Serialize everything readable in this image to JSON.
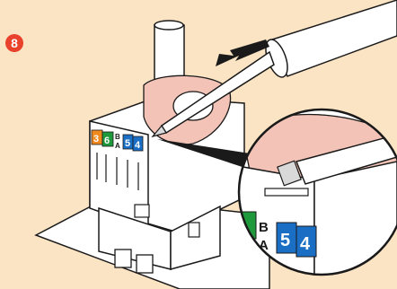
{
  "step": {
    "number": "8",
    "color": "#e8412c"
  },
  "background_color": "#fbe4c4",
  "jack_labels": {
    "small": [
      "3",
      "6",
      "B",
      "A",
      "5",
      "4"
    ],
    "zoom": [
      "B",
      "A",
      "5",
      "4"
    ]
  },
  "colors": {
    "orange_pair": "#f08a1e",
    "green_pair": "#1e9a3c",
    "blue_pair": "#1a6fc4",
    "cable_pink": "#f2c3b6",
    "outline": "#1a1a1a"
  },
  "icons": [
    "screwdriver-icon",
    "arrow-icon",
    "cable-icon",
    "keystone-jack-icon",
    "magnifier-circle-icon"
  ]
}
